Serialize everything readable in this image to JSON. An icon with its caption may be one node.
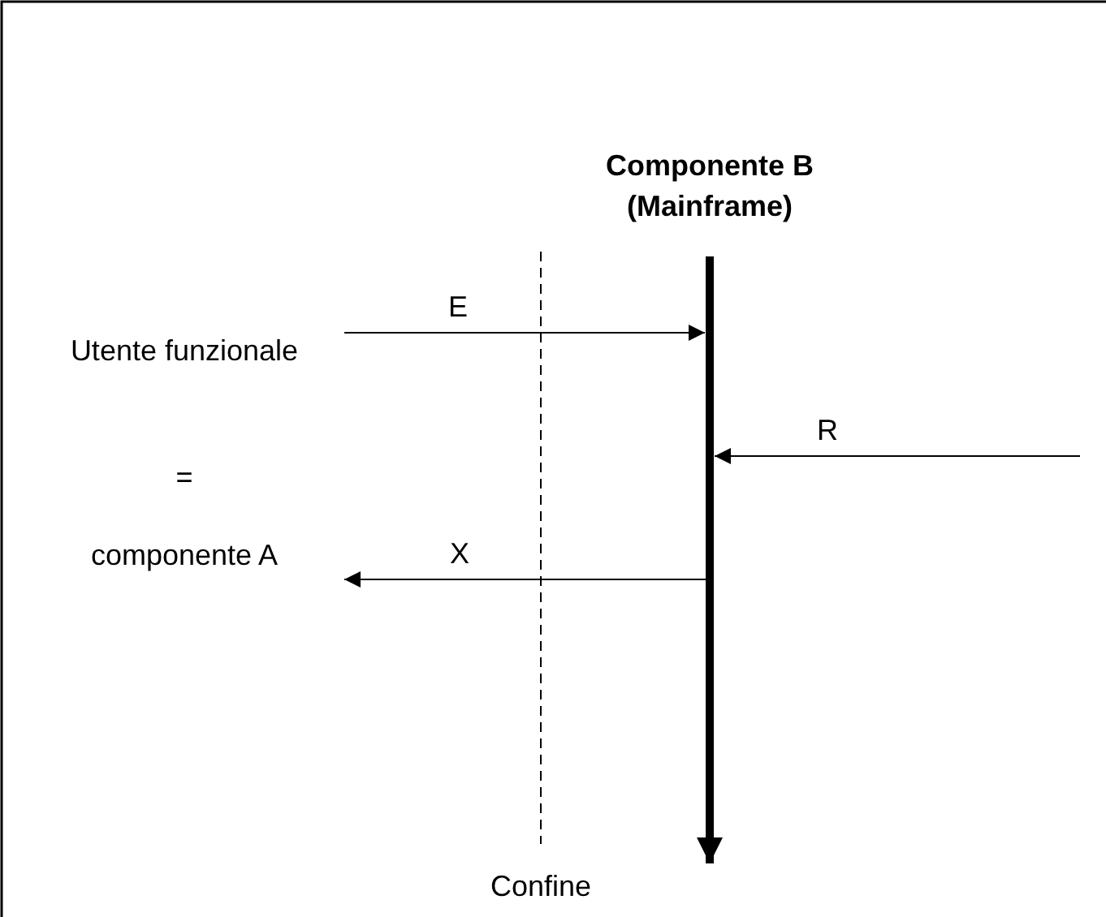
{
  "diagram": {
    "nodes": [
      {
        "text": [
          "Utente funzionale",
          "=",
          "componente A"
        ]
      },
      {
        "text": [
          "Componente B (Mainframe)"
        ]
      }
    ],
    "edges": [
      {
        "from": 0,
        "to": 1,
        "arrow": "to",
        "label": "E"
      },
      {
        "from": null,
        "to": 1,
        "arrow": "to",
        "label": "R"
      },
      {
        "from": 1,
        "to": 0,
        "arrow": "to",
        "label": "X"
      }
    ],
    "labels": [
      "Confine"
    ]
  }
}
